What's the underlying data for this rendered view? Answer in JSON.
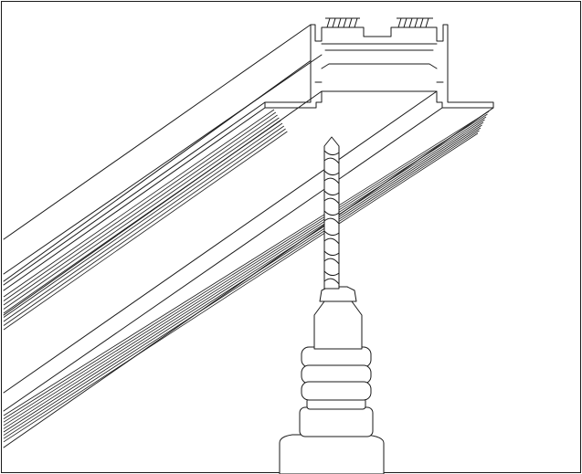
{
  "illustration": {
    "subject-icons": [
      "aluminium-profile-icon",
      "drill-bit-icon",
      "drill-chuck-icon"
    ],
    "colors": {
      "line": "#1a1a1a",
      "background": "#ffffff",
      "frame": "#1a1a1a"
    },
    "profile": {
      "groove_lines": 9,
      "fin_count_left": 6,
      "fin_count_right": 6
    },
    "chuck": {
      "ring_count": 3
    }
  }
}
